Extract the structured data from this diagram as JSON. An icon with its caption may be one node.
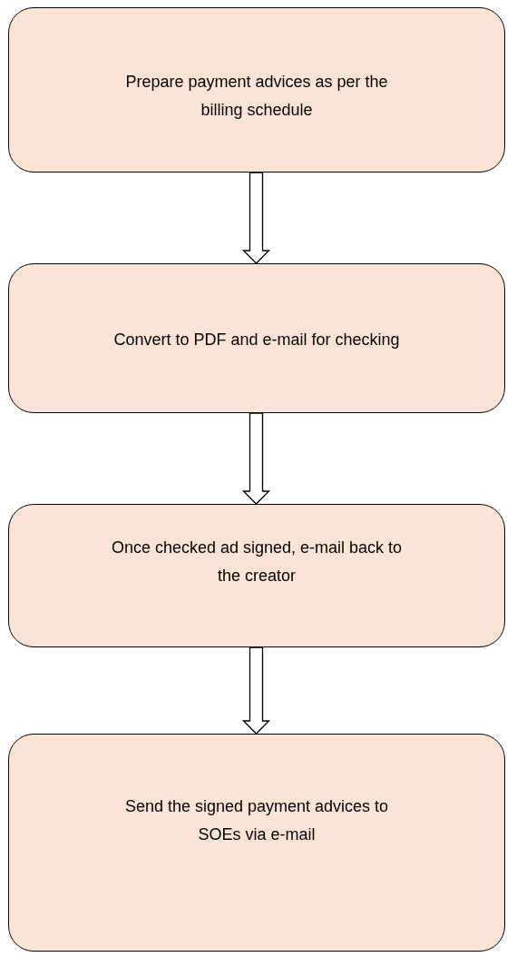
{
  "diagram": {
    "nodes": [
      {
        "text": [
          "Prepare payment advices as per the billing schedule"
        ]
      },
      {
        "text": [
          "Convert to PDF and e-mail for checking"
        ]
      },
      {
        "text": [
          "Once checked ad signed, e-mail back to the creator"
        ]
      },
      {
        "text": [
          "Send the signed payment advices to SOEs via e-mail"
        ]
      }
    ],
    "edges": [
      {
        "from": 0,
        "to": 1,
        "arrow": "to"
      },
      {
        "from": 1,
        "to": 2,
        "arrow": "to"
      },
      {
        "from": 2,
        "to": 3,
        "arrow": "to"
      }
    ]
  }
}
